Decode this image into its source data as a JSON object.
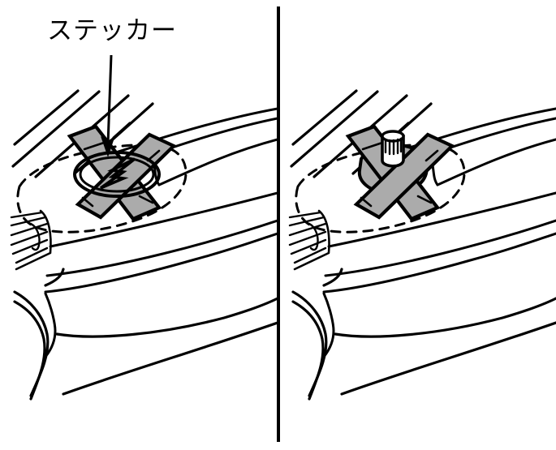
{
  "figure": {
    "kind": "automotive-service-illustration",
    "description": "Passenger-side dashboard airbag deployment area shown twice, each marked with a prohibition X of tape",
    "panel_count": 2,
    "background_color": "#FFFFFF",
    "line_color": "#000000",
    "tape_fill_color": "#ABABAB",
    "tape_stroke_color": "#000000"
  },
  "annotation": {
    "label": "ステッカー",
    "label_romaji_meaning": "sticker",
    "leader": "arrow-down",
    "points_to": "panel-left-sticker-emblem"
  },
  "divider": {
    "orientation": "vertical",
    "color": "#000000"
  },
  "panels": [
    {
      "id": "panel-left",
      "name": "panel-left",
      "subject": "sticker-emblem",
      "subject_description": "Oval badge containing a lightning-bolt zigzag adhered to the dashboard",
      "prohibition_mark": "x-tape",
      "airbag_area_outline": "dashed-rounded-rectangle",
      "has_annotation_label": true
    },
    {
      "id": "panel-right",
      "name": "panel-right",
      "subject": "accessory-mount",
      "subject_description": "Cylindrical accessory holder with ribbed top mounted on a rounded base",
      "prohibition_mark": "x-tape",
      "airbag_area_outline": "dashed-rounded-rectangle",
      "has_annotation_label": false
    }
  ],
  "dashboard_features": [
    {
      "name": "a-pillar-trim",
      "rendering": "parallel-diagonal-lines"
    },
    {
      "name": "windshield-base",
      "rendering": "three-parallel-curves"
    },
    {
      "name": "air-vent-louvers",
      "rendering": "diagonal-slat-lines"
    },
    {
      "name": "air-vent-control-tab",
      "rendering": "rounded-outline"
    },
    {
      "name": "dashboard-top-surface",
      "rendering": "long-sweeping-curve"
    },
    {
      "name": "instrument-cluster-hood",
      "rendering": "curved-edge-pair"
    },
    {
      "name": "airbag-deployment-area",
      "rendering": "dashed-outline"
    }
  ]
}
